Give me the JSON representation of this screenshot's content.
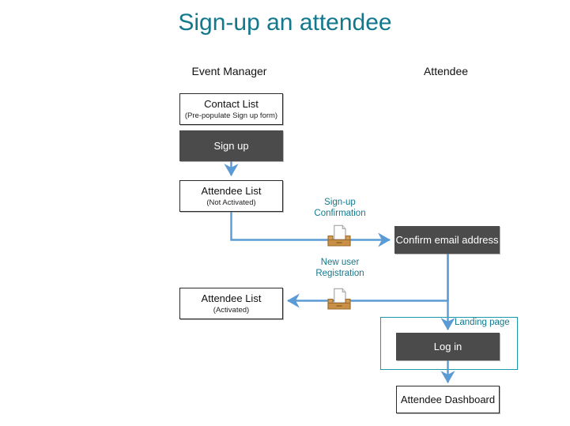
{
  "page": {
    "title": "Sign-up an attendee",
    "title_color": "#13788c",
    "background": "#ffffff"
  },
  "lanes": [
    {
      "id": "event-manager",
      "label": "Event Manager"
    },
    {
      "id": "attendee",
      "label": "Attendee"
    }
  ],
  "nodes": [
    {
      "id": "contact-list",
      "label": "Contact List",
      "sublabel": "(Pre-populate Sign up form)",
      "style": "light",
      "lane": "event-manager"
    },
    {
      "id": "sign-up",
      "label": "Sign up",
      "sublabel": "",
      "style": "dark",
      "lane": "event-manager"
    },
    {
      "id": "attendee-list-not-activated",
      "label": "Attendee List",
      "sublabel": "(Not Activated)",
      "style": "light",
      "lane": "event-manager"
    },
    {
      "id": "confirm-email-address",
      "label": "Confirm email address",
      "sublabel": "",
      "style": "dark",
      "lane": "attendee"
    },
    {
      "id": "attendee-list-activated",
      "label": "Attendee List",
      "sublabel": "(Activated)",
      "style": "light",
      "lane": "event-manager"
    },
    {
      "id": "log-in",
      "label": "Log in",
      "sublabel": "",
      "style": "dark",
      "lane": "attendee"
    },
    {
      "id": "attendee-dashboard",
      "label": "Attendee Dashboard",
      "sublabel": "",
      "style": "light",
      "lane": "attendee"
    }
  ],
  "groups": [
    {
      "id": "landing-page",
      "label": "Landing page",
      "border_color": "#1b9aaa",
      "contains": [
        "log-in"
      ]
    }
  ],
  "flow_labels": [
    {
      "id": "signup-confirmation",
      "line1": "Sign-up",
      "line2": "Confirmation",
      "color": "#13788c"
    },
    {
      "id": "new-user-registration",
      "line1": "New user",
      "line2": "Registration",
      "color": "#13788c"
    }
  ],
  "icons": [
    {
      "id": "inbox-confirmation",
      "name": "inbox-tray-icon",
      "tray_color": "#c08f4a",
      "document_color": "#ffffff"
    },
    {
      "id": "inbox-registration",
      "name": "inbox-tray-icon",
      "tray_color": "#c08f4a",
      "document_color": "#ffffff"
    }
  ],
  "connectors": {
    "color": "#5b9bd5",
    "edges": [
      {
        "from": "sign-up",
        "to": "attendee-list-not-activated",
        "arrow": true
      },
      {
        "from": "attendee-list-not-activated",
        "to": "confirm-email-address",
        "arrow": true,
        "label": "signup-confirmation"
      },
      {
        "from": "confirm-email-address",
        "to": "attendee-list-activated",
        "arrow": true,
        "label": "new-user-registration"
      },
      {
        "from": "confirm-email-address",
        "to": "log-in",
        "arrow": true
      },
      {
        "from": "log-in",
        "to": "attendee-dashboard",
        "arrow": true
      }
    ]
  }
}
